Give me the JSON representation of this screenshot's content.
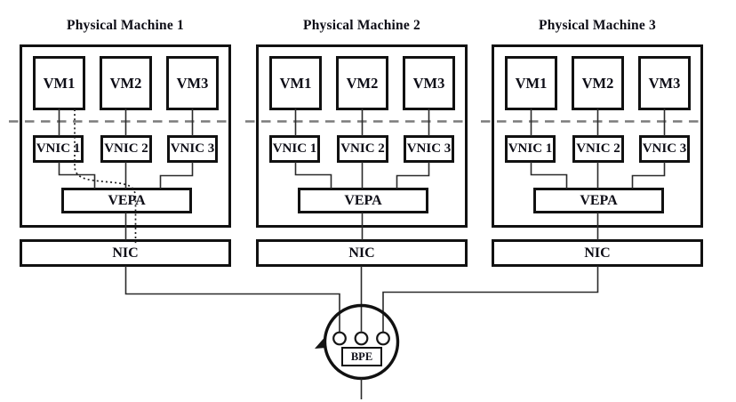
{
  "machines": [
    {
      "title": "Physical Machine 1",
      "vms": [
        "VM1",
        "VM2",
        "VM3"
      ],
      "vnics": [
        "VNIC 1",
        "VNIC 2",
        "VNIC 3"
      ],
      "vepa_label": "VEPA",
      "nic_label": "NIC"
    },
    {
      "title": "Physical Machine 2",
      "vms": [
        "VM1",
        "VM2",
        "VM3"
      ],
      "vnics": [
        "VNIC 1",
        "VNIC 2",
        "VNIC 3"
      ],
      "vepa_label": "VEPA",
      "nic_label": "NIC"
    },
    {
      "title": "Physical Machine 3",
      "vms": [
        "VM1",
        "VM2",
        "VM3"
      ],
      "vnics": [
        "VNIC 1",
        "VNIC 2",
        "VNIC 3"
      ],
      "vepa_label": "VEPA",
      "nic_label": "NIC"
    }
  ],
  "bpe": {
    "label": "BPE"
  },
  "colors": {
    "box_border": "#111111",
    "connector_line": "#2a2a2a",
    "dashed_divider": "#7b7b7b",
    "dotted_trace": "#1e1e1e",
    "background": "#ffffff",
    "text": "#0d0d16"
  }
}
